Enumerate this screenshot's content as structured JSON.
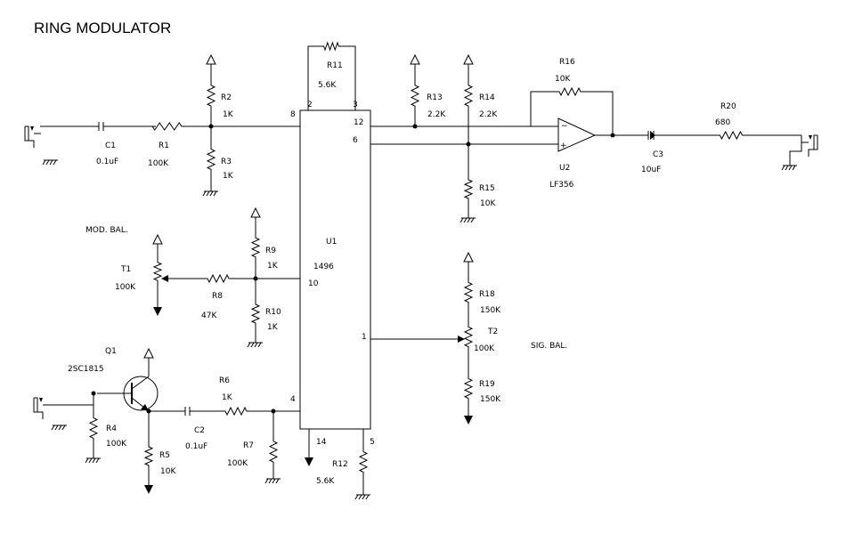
{
  "title": "RING MODULATOR",
  "labels": {
    "R11": "R11",
    "R11v": "5.6K",
    "u1p2": "2",
    "u1p3": "3",
    "R2": "R2",
    "R2v": "1K",
    "R3": "R3",
    "R3v": "1K",
    "C1": "C1",
    "C1v": "0.1uF",
    "R1": "R1",
    "R1v": "100K",
    "u1p8": "8",
    "u1p12": "12",
    "u1p6": "6",
    "R13": "R13",
    "R13v": "2.2K",
    "R14": "R14",
    "R14v": "2.2K",
    "R16": "R16",
    "R16v": "10K",
    "U2": "U2",
    "U2v": "LF356",
    "C3": "C3",
    "C3v": "10uF",
    "R20": "R20",
    "R20v": "680",
    "R15": "R15",
    "R15v": "10K",
    "modbal": "MOD. BAL.",
    "T1": "T1",
    "T1v": "100K",
    "R8": "R8",
    "R8v": "47K",
    "R9": "R9",
    "R9v": "1K",
    "R10": "R10",
    "R10v": "1K",
    "U1": "U1",
    "U1v": "1496",
    "u1p10": "10",
    "R18": "R18",
    "R18v": "150K",
    "T2": "T2",
    "T2v": "100K",
    "sigbal": "SIG. BAL.",
    "u1p1": "1",
    "R19": "R19",
    "R19v": "150K",
    "Q1": "Q1",
    "Q1v": "2SC1815",
    "R6": "R6",
    "R6v": "1K",
    "R4": "R4",
    "R4v": "100K",
    "R5": "R5",
    "R5v": "10K",
    "C2": "C2",
    "C2v": "0.1uF",
    "R7": "R7",
    "R7v": "100K",
    "u1p4": "4",
    "u1p14": "14",
    "u1p5": "5",
    "R12": "R12",
    "R12v": "5.6K",
    "opminus": "−",
    "opplus": "+"
  }
}
